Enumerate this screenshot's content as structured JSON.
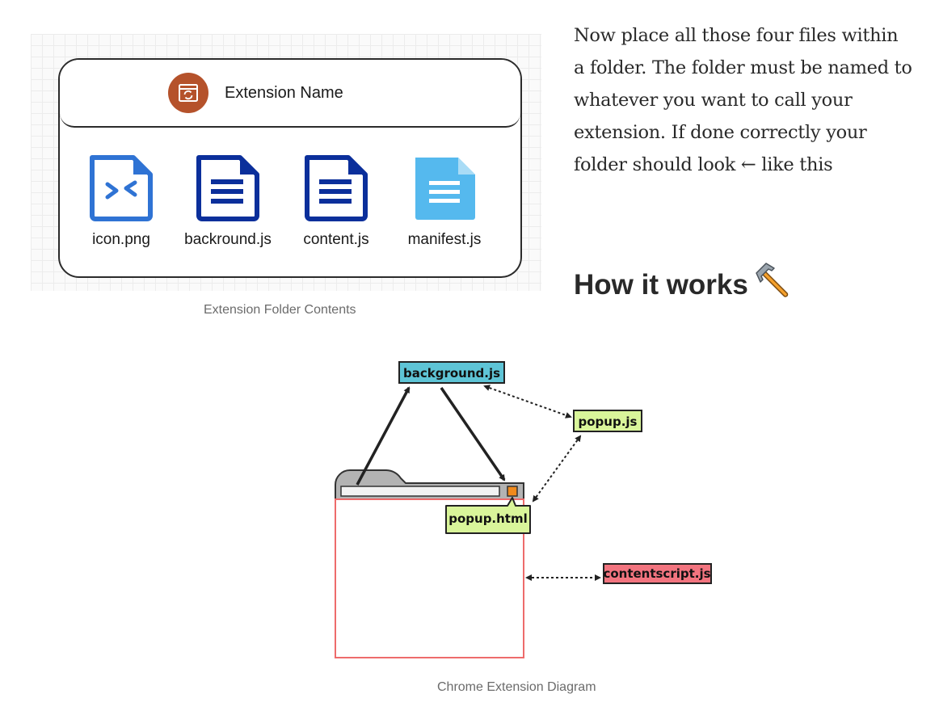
{
  "figure1": {
    "extension_name": "Extension Name",
    "files": [
      {
        "label": "icon.png",
        "icon": "code-file-icon"
      },
      {
        "label": "backround.js",
        "icon": "document-icon"
      },
      {
        "label": "content.js",
        "icon": "document-icon"
      },
      {
        "label": "manifest.js",
        "icon": "document-icon"
      }
    ],
    "caption": "Extension Folder Contents",
    "colors": {
      "ext_icon": "#b5522b",
      "code_file": "#2f73d4",
      "doc_file": "#0b2f9b",
      "manifest_file": "#55b9ee"
    }
  },
  "article": {
    "paragraph": "Now place all those four files within a folder. The folder must be named to whatever you want to call your extension. If done correctly your folder should look ← like this",
    "heading": "How it works",
    "heading_icon": "hammer-icon"
  },
  "figure2": {
    "labels": {
      "background": "background.js",
      "popup_js": "popup.js",
      "popup_html": "popup.html",
      "contentscript": "contentscript.js"
    },
    "caption": "Chrome Extension Diagram",
    "colors": {
      "background_box": "#5ec4d6",
      "popup_box": "#d9f59a",
      "contentscript_box": "#f2747f",
      "browser_border": "#ee6b6b",
      "browser_tab": "#b3b3b3",
      "extension_button": "#f08a1c"
    }
  }
}
